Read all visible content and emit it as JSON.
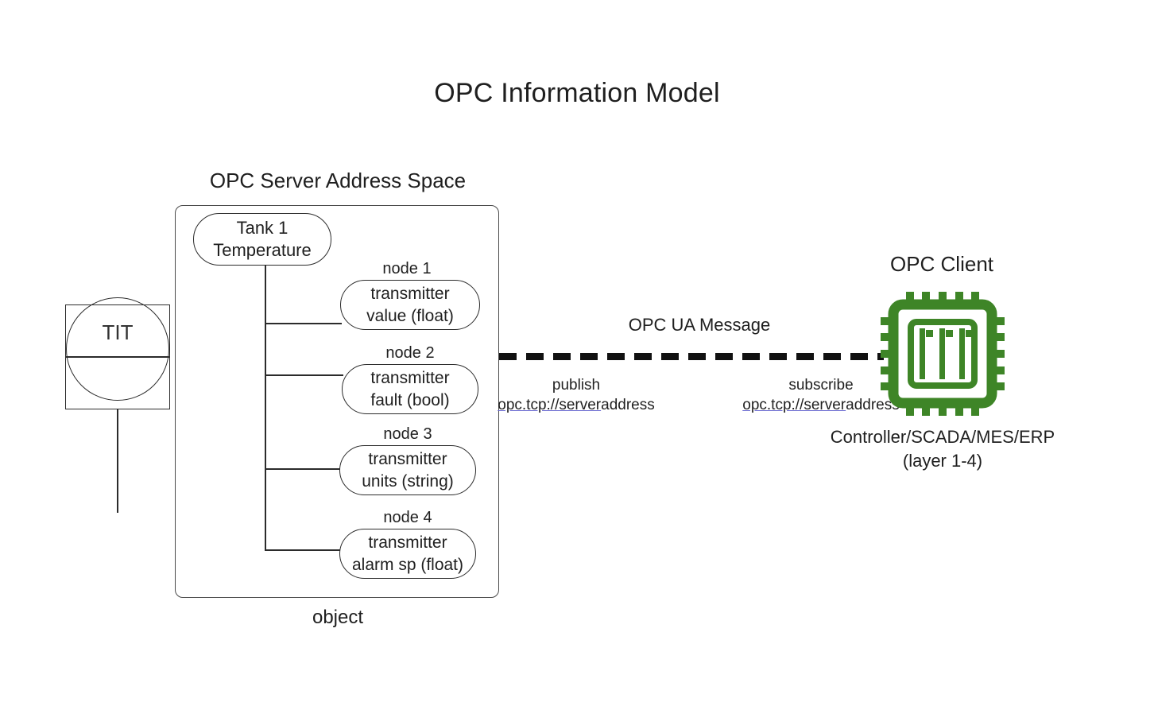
{
  "title": "OPC Information Model",
  "colors": {
    "accent_green": "#3e8527",
    "stroke": "#2b2b2b",
    "container_stroke": "#4a4a4a",
    "link_underline": "#6a6ad1",
    "background": "#ffffff"
  },
  "server": {
    "caption": "OPC Server Address Space",
    "object_caption": "object",
    "root_node": {
      "label_line_1": "Tank 1",
      "label_line_2": "Temperature"
    },
    "nodes": [
      {
        "caption": "node 1",
        "label_line_1": "transmitter",
        "label_line_2": "value (float)"
      },
      {
        "caption": "node 2",
        "label_line_1": "transmitter",
        "label_line_2": "fault (bool)"
      },
      {
        "caption": "node 3",
        "label_line_1": "transmitter",
        "label_line_2": "units (string)"
      },
      {
        "caption": "node 4",
        "label_line_1": "transmitter",
        "label_line_2": "alarm sp (float)"
      }
    ]
  },
  "instrument": {
    "tag": "TIT",
    "icon": "instrument-bubble-icon"
  },
  "connection": {
    "message_label": "OPC UA Message",
    "publish": {
      "verb": "publish",
      "uri_link": "opc.tcp://server",
      "uri_plain": "address"
    },
    "subscribe": {
      "verb": "subscribe",
      "uri_link": "opc.tcp://server",
      "uri_plain": "address"
    }
  },
  "client": {
    "title": "OPC Client",
    "icon": "cpu-chip-icon",
    "subtitle_line_1": "Controller/SCADA/MES/ERP",
    "subtitle_line_2": "(layer 1-4)"
  }
}
